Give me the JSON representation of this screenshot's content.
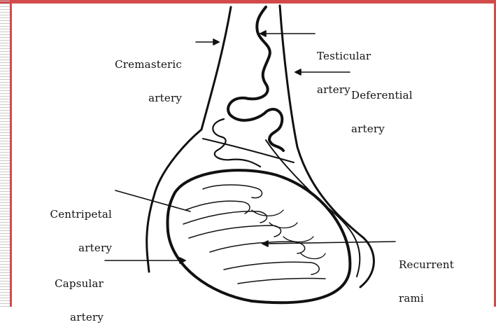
{
  "labels": {
    "cremasteric": [
      "Cremasteric",
      "artery"
    ],
    "testicular": [
      "Testicular",
      "artery"
    ],
    "deferential": [
      "Deferential",
      "artery"
    ],
    "centripetal": [
      "Centripetal",
      "artery"
    ],
    "recurrent": [
      "Recurrent",
      "rami"
    ],
    "capsular": [
      "Capsular",
      "artery"
    ]
  },
  "colors": {
    "ink": "#111111",
    "frame": "#d24a4a"
  }
}
